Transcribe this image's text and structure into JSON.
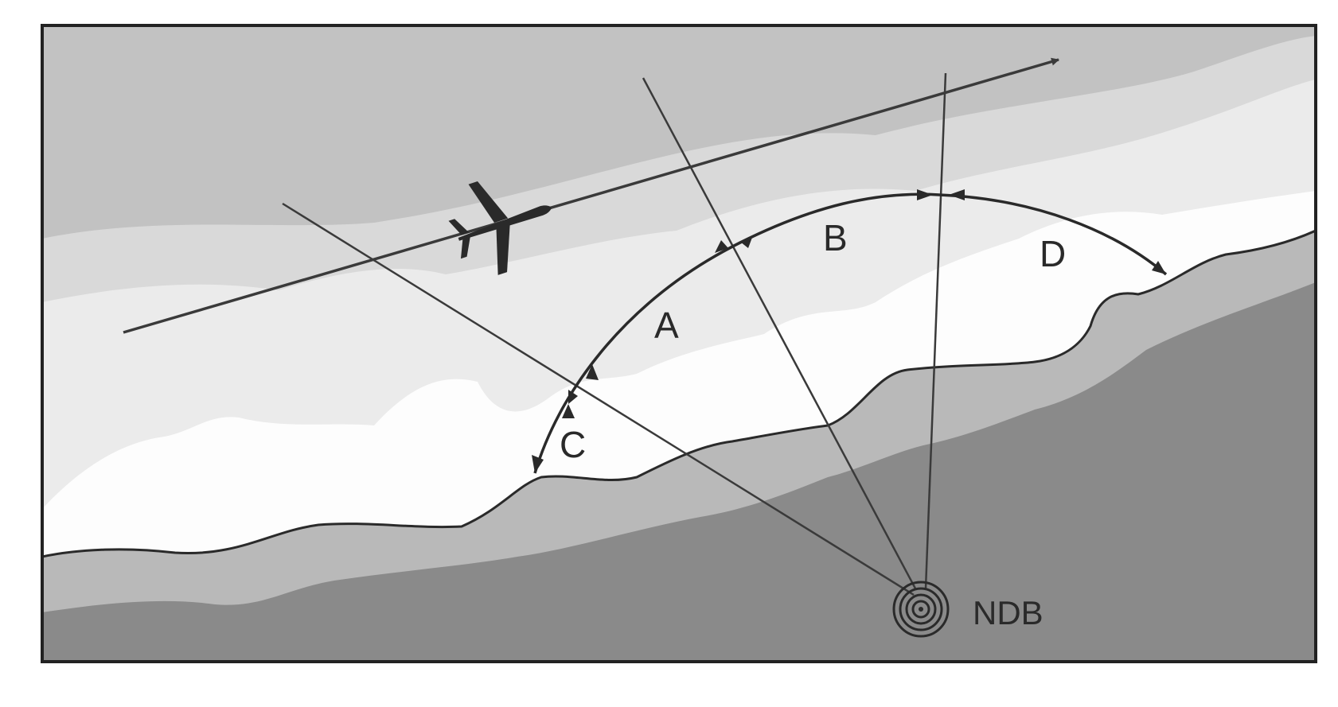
{
  "labels": {
    "a": "A",
    "b": "B",
    "c": "C",
    "d": "D",
    "station": "NDB"
  },
  "icons": {
    "aircraft": "aircraft-icon",
    "beacon": "ndb-beacon-icon"
  },
  "colors": {
    "sky_dark": "#c2c2c2",
    "cloud_mid": "#d9d9d9",
    "cloud_light": "#ebebeb",
    "snow": "#fdfdfd",
    "ground_mid": "#b9b9b9",
    "ground_dark": "#8a8a8a",
    "line": "#3a3a3a",
    "frame": "#222222"
  }
}
